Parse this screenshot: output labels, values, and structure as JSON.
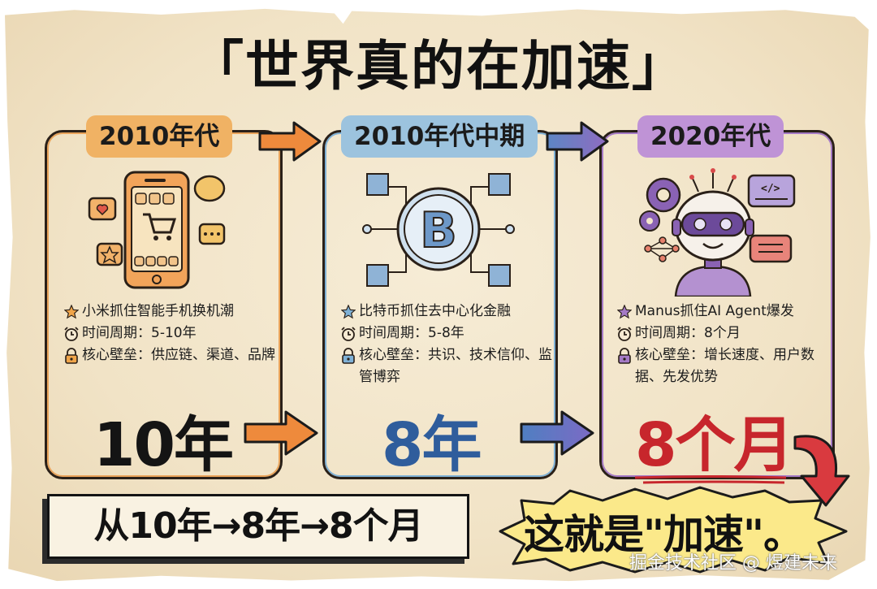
{
  "title": "「世界真的在加速」",
  "eras": [
    {
      "label": "2010年代",
      "accent": "#f0b264",
      "illustration": "smartphone-shopping-icon",
      "facts": [
        {
          "icon": "star-icon",
          "text": "小米抓住智能手机换机潮"
        },
        {
          "icon": "alarm-clock-icon",
          "text": "时间周期：5-10年"
        },
        {
          "icon": "padlock-icon",
          "text": "核心壁垒：供应链、渠道、品牌"
        }
      ],
      "duration": "10年",
      "duration_color": "#141414"
    },
    {
      "label": "2010年代中期",
      "accent": "#9cc3de",
      "illustration": "bitcoin-blockchain-icon",
      "facts": [
        {
          "icon": "star-icon",
          "text": "比特币抓住去中心化金融"
        },
        {
          "icon": "alarm-clock-icon",
          "text": "时间周期：5-8年"
        },
        {
          "icon": "padlock-icon",
          "text": "核心壁垒：共识、技术信仰、监管博弈"
        }
      ],
      "duration": "8年",
      "duration_color": "#2f5d9c"
    },
    {
      "label": "2020年代",
      "accent": "#bf93d6",
      "illustration": "ai-robot-icon",
      "facts": [
        {
          "icon": "star-icon",
          "text": "Manus抓住AI Agent爆发"
        },
        {
          "icon": "alarm-clock-icon",
          "text": "时间周期：8个月"
        },
        {
          "icon": "padlock-icon",
          "text": "核心壁垒：增长速度、用户数据、先发优势"
        }
      ],
      "duration": "8个月",
      "duration_color": "#c7262c"
    }
  ],
  "summary": "从10年→8年→8个月",
  "callout": "这就是\"加速\"。",
  "watermark": "掘金技术社区 @ 煜建未来",
  "colors": {
    "paper": "#f3e6cb",
    "orange": "#ee8a3c",
    "blue": "#5d86c4",
    "purple": "#8f6bc0",
    "red": "#d93a3f",
    "yellow_burst": "#fbe98a"
  }
}
